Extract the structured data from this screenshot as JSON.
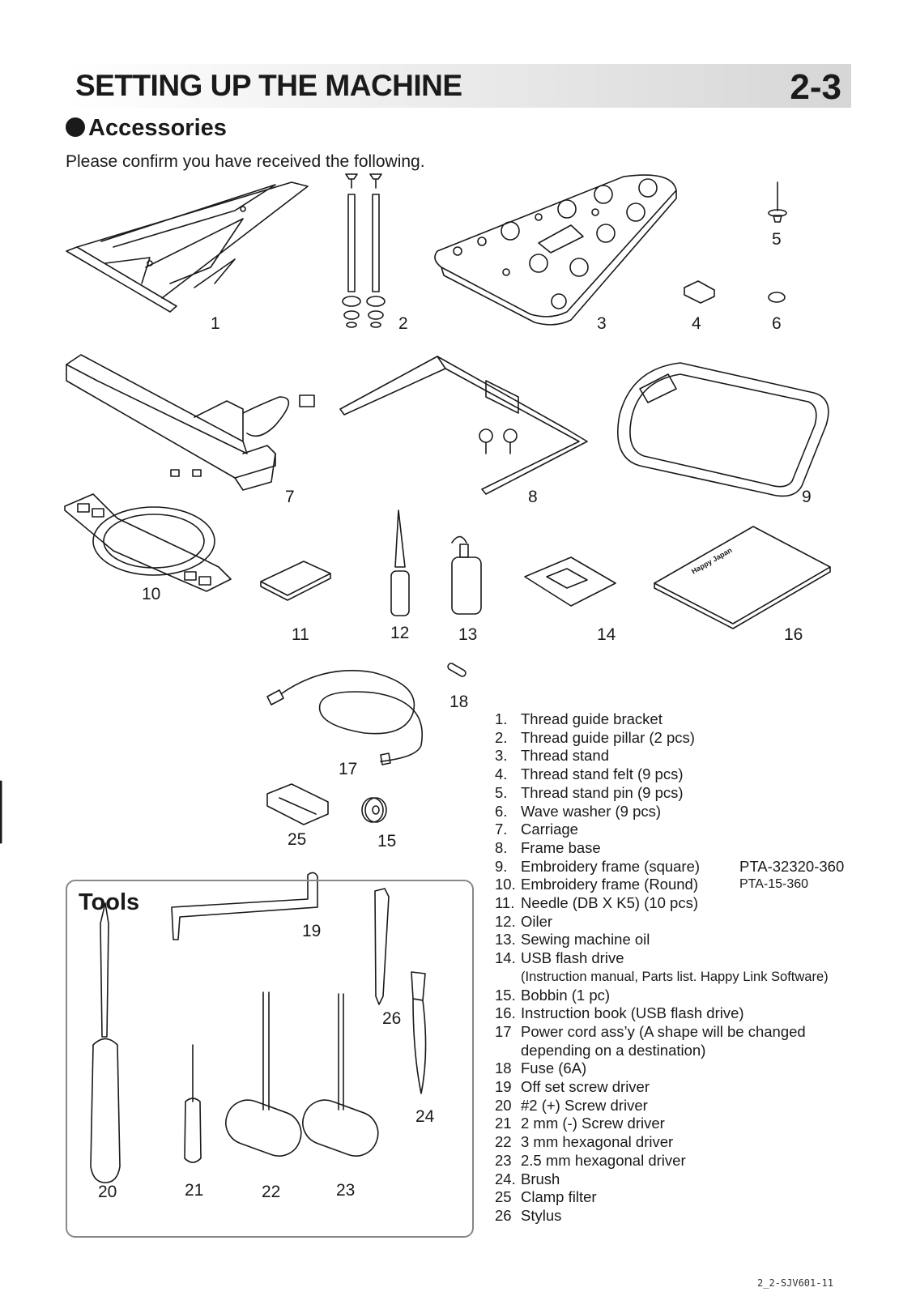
{
  "header": {
    "title": "SETTING UP THE MACHINE",
    "section_number": "2-3"
  },
  "section": {
    "title": "Accessories"
  },
  "intro": "Please confirm you have received the following.",
  "figure_labels": [
    "1",
    "2",
    "3",
    "4",
    "5",
    "6",
    "7",
    "8",
    "9",
    "10",
    "11",
    "12",
    "13",
    "14",
    "16",
    "18",
    "17",
    "25",
    "15",
    "19",
    "26",
    "24",
    "20",
    "21",
    "22",
    "23"
  ],
  "tools_title": "Tools",
  "parts": [
    {
      "num": "1.",
      "name": "Thread guide bracket"
    },
    {
      "num": "2.",
      "name": "Thread guide pillar (2 pcs)"
    },
    {
      "num": "3.",
      "name": "Thread stand"
    },
    {
      "num": "4.",
      "name": "Thread stand felt (9 pcs)"
    },
    {
      "num": "5.",
      "name": "Thread stand pin (9 pcs)"
    },
    {
      "num": "6.",
      "name": "Wave washer (9 pcs)"
    },
    {
      "num": "7.",
      "name": "Carriage"
    },
    {
      "num": "8.",
      "name": "Frame base"
    },
    {
      "num": "9.",
      "name": "Embroidery frame (square)",
      "code": "PTA-32320-360"
    },
    {
      "num": "10.",
      "name": "Embroidery frame (Round)",
      "code": "PTA-15-360"
    },
    {
      "num": "11.",
      "name": "Needle (DB X K5) (10 pcs)"
    },
    {
      "num": "12.",
      "name": "Oiler"
    },
    {
      "num": "13.",
      "name": "Sewing machine oil"
    },
    {
      "num": "14.",
      "name": "USB flash drive",
      "note": "(Instruction manual, Parts list. Happy Link Software)"
    },
    {
      "num": "15.",
      "name": "Bobbin (1 pc)"
    },
    {
      "num": "16.",
      "name": "Instruction book (USB flash drive)"
    },
    {
      "num": "17",
      "name": "Power cord ass’y (A shape will be changed",
      "note": "depending on a destination)"
    },
    {
      "num": "18",
      "name": "Fuse (6A)"
    },
    {
      "num": "19",
      "name": "Off set screw driver"
    },
    {
      "num": "20",
      "name": "#2 (+) Screw driver"
    },
    {
      "num": "21",
      "name": "2 mm (-) Screw driver"
    },
    {
      "num": "22",
      "name": "3 mm hexagonal driver"
    },
    {
      "num": "23",
      "name": "2.5 mm hexagonal driver"
    },
    {
      "num": "24.",
      "name": "Brush"
    },
    {
      "num": "25",
      "name": "Clamp filter"
    },
    {
      "num": "26",
      "name": "Stylus"
    }
  ],
  "footer": "2_2-SJV601-11",
  "manual_label": "Happy Japan"
}
